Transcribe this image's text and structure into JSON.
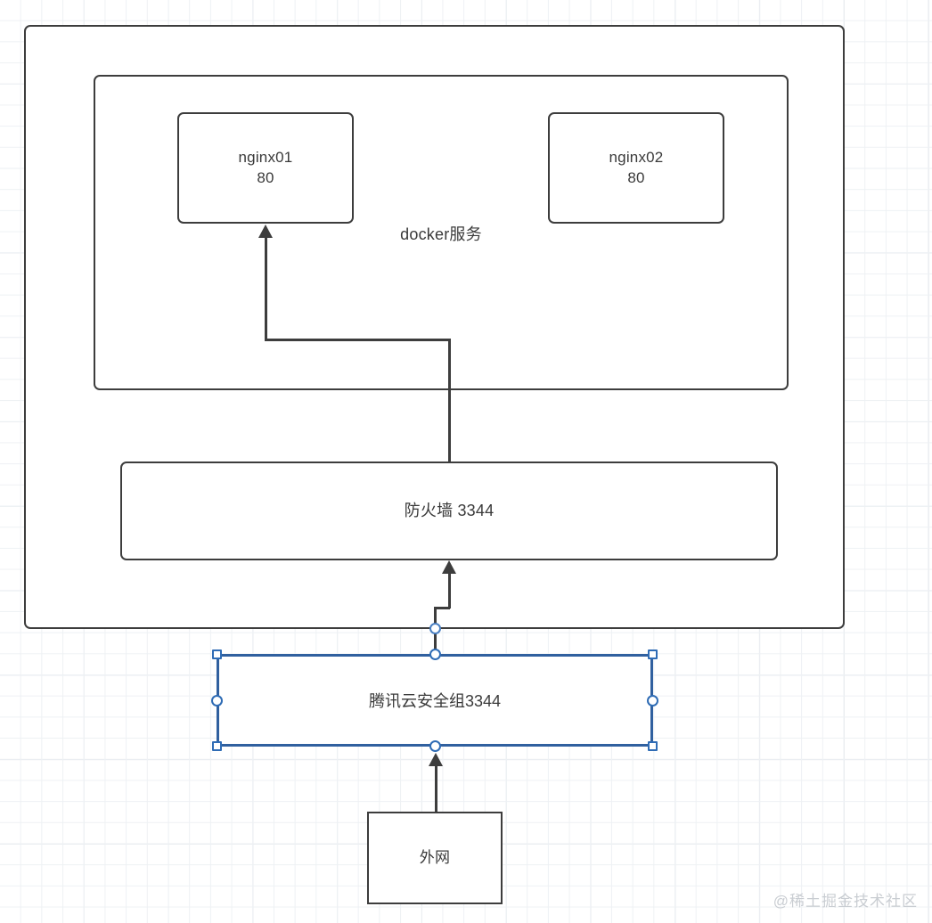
{
  "diagram": {
    "title": "docker nginx firewall network topology",
    "nodes": {
      "outer_container": {
        "label": ""
      },
      "docker_container": {
        "label": ""
      },
      "docker_label": {
        "text": "docker服务"
      },
      "nginx01": {
        "text": "nginx01\n80",
        "name": "nginx01",
        "port": "80"
      },
      "nginx02": {
        "text": "nginx02\n80",
        "name": "nginx02",
        "port": "80"
      },
      "firewall": {
        "text": "防火墙 3344",
        "port": "3344"
      },
      "security_group": {
        "text": "腾讯云安全组3344",
        "port": "3344",
        "selected": true
      },
      "external": {
        "text": "外网"
      }
    },
    "colors": {
      "node_border": "#3d3d3d",
      "node_fill": "#ffffff",
      "text": "#3a3a3a",
      "selection_blue": "#2f6cb5",
      "selection_border": "#30609f",
      "grid_minor": "#eef1f4",
      "grid_major": "#e2e7ec",
      "watermark": "#c9cdd2"
    },
    "watermark": {
      "text": "@稀土掘金技术社区"
    }
  }
}
